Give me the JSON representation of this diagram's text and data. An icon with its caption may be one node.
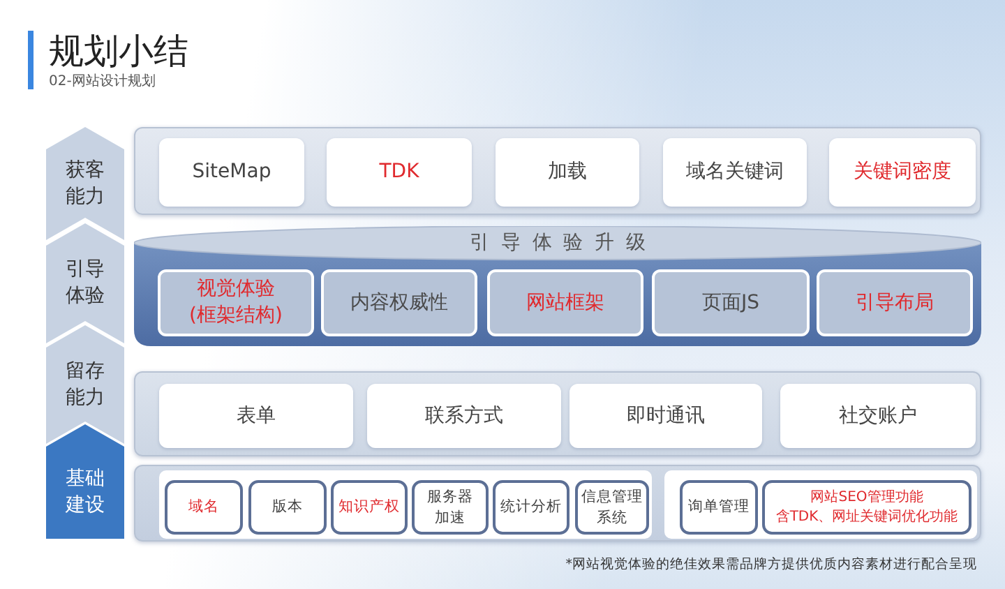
{
  "diagram": {
    "title": "规划小结",
    "nodes": [
      {
        "text": [
          "获客能力"
        ]
      },
      {
        "text": [],
        "shape": "box"
      },
      {
        "text": [
          "SiteMap"
        ],
        "in": 1
      },
      {
        "text": [
          "TDK"
        ],
        "in": 1
      },
      {
        "text": [
          "加载"
        ],
        "in": 1
      },
      {
        "text": [
          "域名关键词"
        ],
        "in": 1
      },
      {
        "text": [
          "关键词密度"
        ],
        "in": 1
      },
      {
        "text": [
          "引导体验"
        ]
      },
      {
        "text": [
          "引导体验升级"
        ]
      },
      {
        "text": [
          "视觉体验(框架结构)"
        ],
        "in": 8
      },
      {
        "text": [
          "内容权威性"
        ],
        "in": 8
      },
      {
        "text": [
          "网站框架"
        ],
        "in": 8
      },
      {
        "text": [
          "页面JS"
        ],
        "in": 8
      },
      {
        "text": [
          "引导布局"
        ],
        "in": 8
      },
      {
        "text": [
          "留存能力"
        ]
      },
      {
        "text": [],
        "shape": "box"
      },
      {
        "text": [
          "表单"
        ],
        "in": 15
      },
      {
        "text": [
          "联系方式"
        ],
        "in": 15
      },
      {
        "text": [
          "即时通讯"
        ],
        "in": 15
      },
      {
        "text": [
          "社交账户"
        ],
        "in": 15
      },
      {
        "text": [
          "基础建设"
        ]
      },
      {
        "text": [],
        "shape": "box"
      },
      {
        "text": [],
        "shape": "box",
        "in": 21
      },
      {
        "text": [
          "域名"
        ],
        "in": 22
      },
      {
        "text": [
          "版本"
        ],
        "in": 22
      },
      {
        "text": [
          "知识产权"
        ],
        "in": 22
      },
      {
        "text": [
          "服务器加速"
        ],
        "in": 22
      },
      {
        "text": [
          "统计分析"
        ],
        "in": 22
      },
      {
        "text": [
          "信息管理系统"
        ],
        "in": 22
      },
      {
        "text": [],
        "shape": "box",
        "in": 21
      },
      {
        "text": [
          "询单管理"
        ],
        "in": 29
      },
      {
        "text": [
          "网站SEO管理功能",
          "含TDK、网址关键词优化功能"
        ],
        "in": 29
      }
    ],
    "labels": [
      "02-网站设计规划",
      "*网站视觉体验的绝佳效果需品牌方提供优质内容素材进行配合呈现"
    ]
  }
}
